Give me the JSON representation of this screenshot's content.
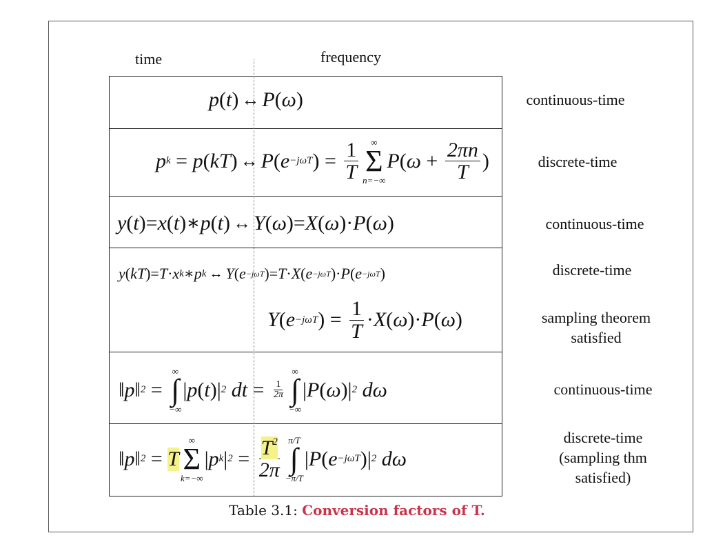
{
  "headers": {
    "time": "time",
    "frequency": "frequency"
  },
  "rows": [
    {
      "label": "continuous-time"
    },
    {
      "label": "discrete-time"
    },
    {
      "label": "continuous-time"
    },
    {
      "label": "discrete-time",
      "label2": "sampling theorem satisfied"
    },
    {
      "label": "continuous-time"
    },
    {
      "label": "discrete-time (sampling thm satisfied)"
    }
  ],
  "caption": {
    "prefix": "Table 3.1:",
    "title": "Conversion factors of T."
  }
}
